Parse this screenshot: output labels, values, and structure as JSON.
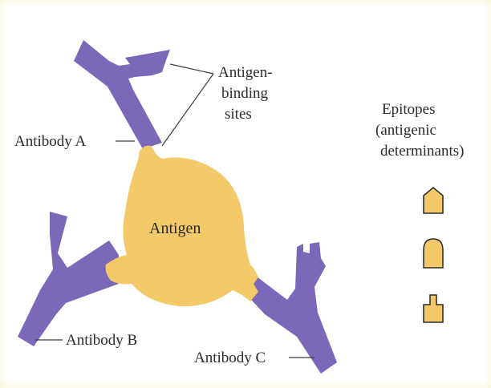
{
  "colors": {
    "antibody": "#7b68b9",
    "antigen": "#f3c969",
    "text": "#2b2b2b",
    "leader_line": "#3a3a3a"
  },
  "labels": {
    "antigen": "Antigen",
    "antibody_a": "Antibody A",
    "antibody_b": "Antibody B",
    "antibody_c": "Antibody C",
    "binding_sites": [
      "Antigen-",
      "binding",
      "sites"
    ],
    "epitopes": [
      "Epitopes",
      "(antigenic",
      "determinants)"
    ]
  },
  "epitope_shapes": [
    "pointed",
    "rounded",
    "notched"
  ]
}
